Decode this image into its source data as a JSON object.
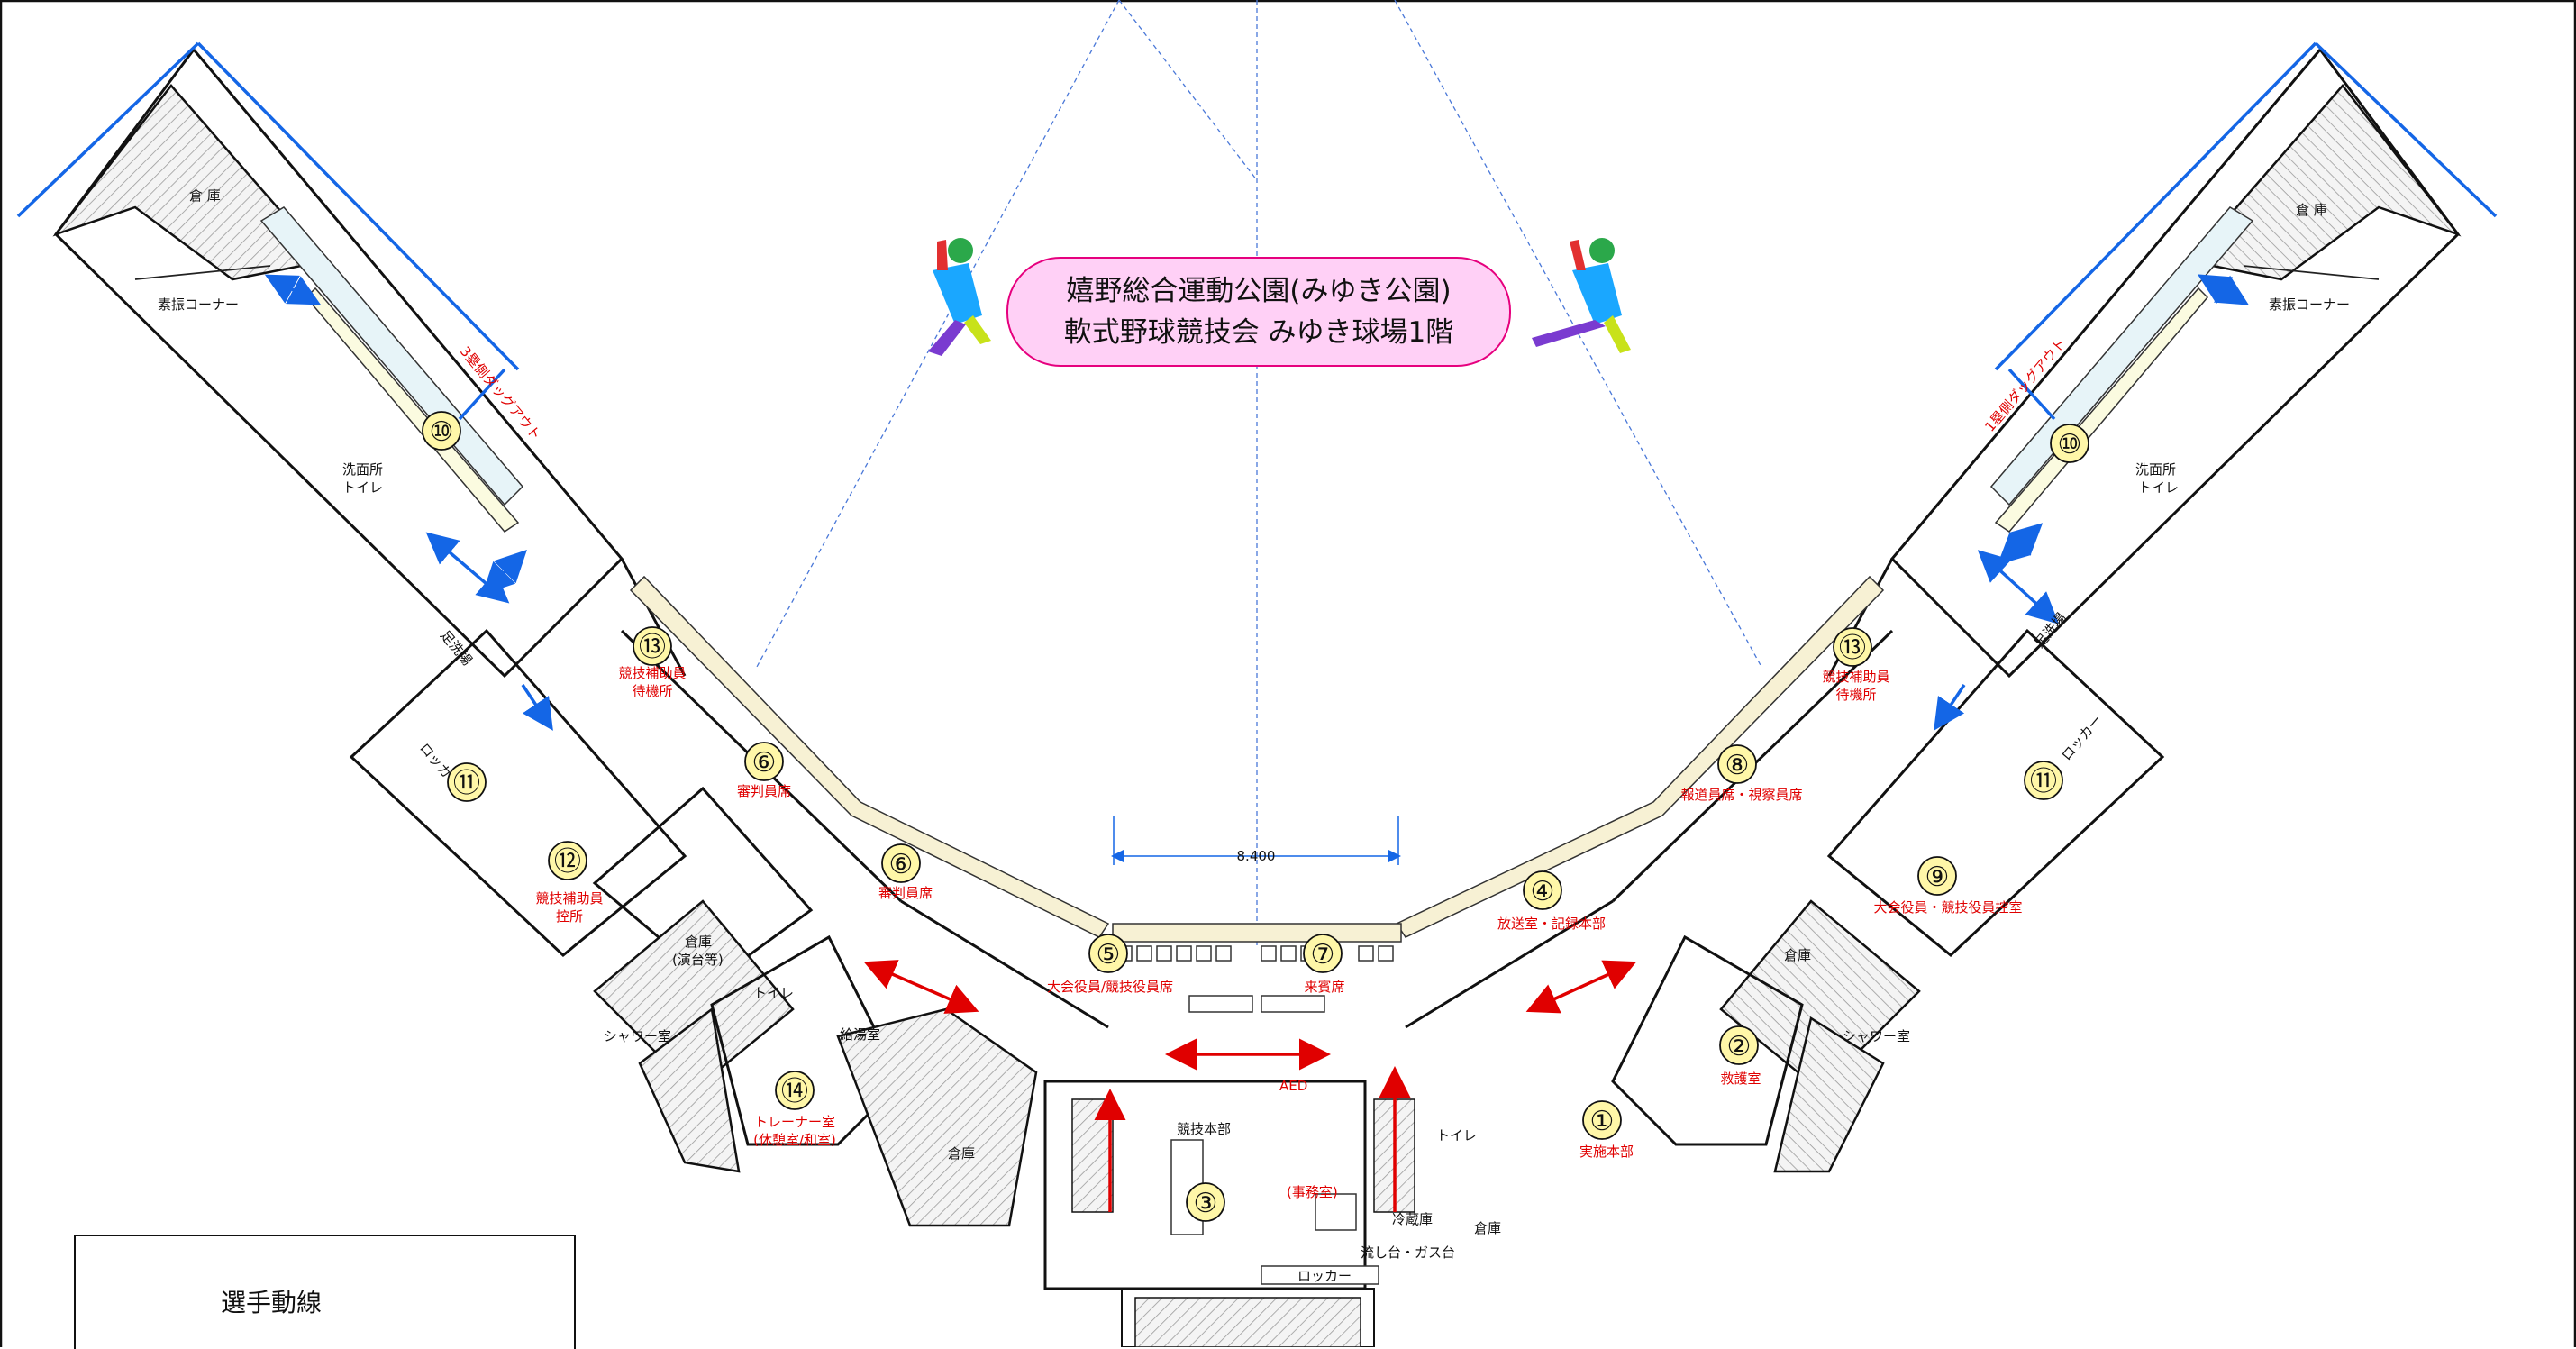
{
  "title": {
    "line1": "嬉野総合運動公園(みゆき公園)",
    "line2": "軟式野球競技会 みゆき球場1階"
  },
  "dimension": "8.400",
  "legend": {
    "label": "選手動線",
    "color": "#1466e6"
  },
  "colors": {
    "title_bg": "#ffd0f6",
    "title_border": "#e6007e",
    "number_fill": "#fff7a8",
    "red_text": "#e00000",
    "blue_arrow": "#1466e6"
  },
  "rooms": {
    "soko": "倉 庫",
    "soburi": "素振コーナー",
    "senmen_l1": "洗面所",
    "senmen_l2": "トイレ",
    "ashiarai": "足洗場",
    "locker": "ロッカー",
    "dugout_left": "3塁側ダッグアウト",
    "dugout_right": "1塁側ダッグアウト",
    "soko_engi_1": "倉庫",
    "soko_engi_2": "(演台等)",
    "shower": "シャワー室",
    "toilet": "トイレ",
    "kyutou": "給湯室",
    "soko2": "倉庫",
    "kyogi_honbu": "競技本部",
    "jimushitsu": "(事務室)",
    "reizoko": "冷蔵庫",
    "nagashi": "流し台・ガス台",
    "locker2": "ロッカー",
    "aed": "AED"
  },
  "markers": [
    {
      "num": "①",
      "label": "実施本部"
    },
    {
      "num": "②",
      "label": "救護室"
    },
    {
      "num": "③",
      "label": ""
    },
    {
      "num": "④",
      "label": "放送室・記録本部"
    },
    {
      "num": "⑤",
      "label": "大会役員/競技役員席"
    },
    {
      "num": "⑥",
      "label": "審判員席"
    },
    {
      "num": "⑥",
      "label": "審判員席"
    },
    {
      "num": "⑦",
      "label": "来賓席"
    },
    {
      "num": "⑧",
      "label": "報道員席・視察員席"
    },
    {
      "num": "⑨",
      "label": "大会役員・競技役員控室"
    },
    {
      "num": "⑩",
      "label": ""
    },
    {
      "num": "⑩",
      "label": ""
    },
    {
      "num": "⑪",
      "label": ""
    },
    {
      "num": "⑪",
      "label": ""
    },
    {
      "num": "⑫",
      "label": "競技補助員",
      "label2": "控所"
    },
    {
      "num": "⑬",
      "label": "競技補助員",
      "label2": "待機所"
    },
    {
      "num": "⑬",
      "label": "競技補助員",
      "label2": "待機所"
    },
    {
      "num": "⑭",
      "label": "トレーナー室",
      "label2": "(休憩室/和室)"
    }
  ]
}
